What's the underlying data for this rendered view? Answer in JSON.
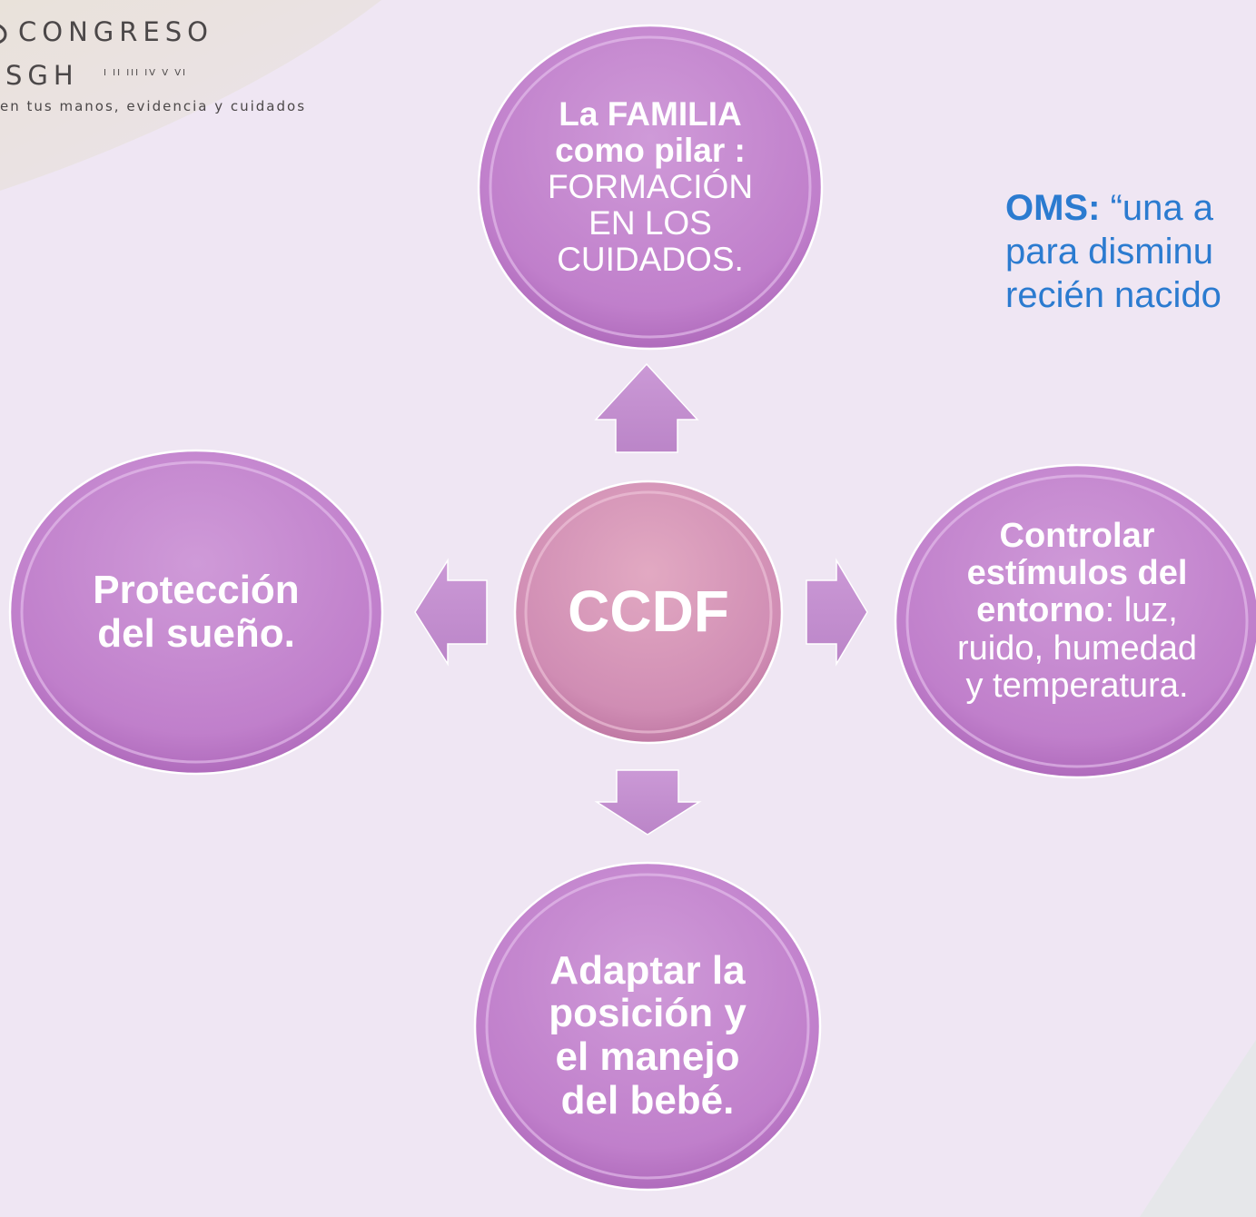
{
  "logo": {
    "title": "CONGRESO",
    "sgh": "SGH",
    "roman": "I II III IV V VI",
    "tagline": "en tus manos, evidencia y cuidados"
  },
  "diagram": {
    "center": {
      "label": "CCDF"
    },
    "top": {
      "bold": "La FAMILIA como pilar :",
      "normal": "FORMACIÓN EN LOS CUIDADOS."
    },
    "right": {
      "bold": "Controlar estímulos del entorno",
      "normal": ": luz, ruido, humedad y temperatura."
    },
    "bottom": {
      "bold": "Adaptar la posición y el manejo del bebé."
    },
    "left": {
      "bold": "Protección del sueño."
    }
  },
  "oms": {
    "label": "OMS:",
    "line1": "“una a",
    "line2": "para disminu",
    "line3": "recién nacido"
  },
  "colors": {
    "background": "#efe6f3",
    "node_fill": "#c585cf",
    "center_fill": "#d291ba",
    "arrow_fill": "#c48fd0",
    "oms_text": "#2b7bd0"
  }
}
